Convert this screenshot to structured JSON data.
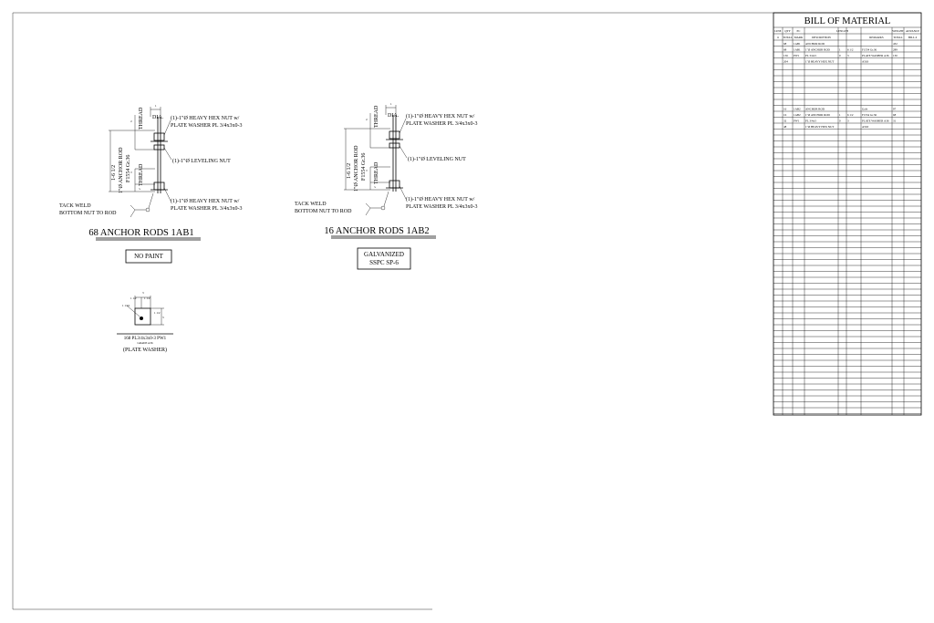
{
  "bom": {
    "title": "BILL OF MATERIAL",
    "headers1": [
      "LINE",
      "QTY",
      "PC",
      "",
      "LENGTH",
      "",
      "",
      "WEIGHT",
      "ADVANCE"
    ],
    "headers2": [
      "#",
      "TOTAL",
      "MARK",
      "DESCRIPTION",
      "",
      "",
      "REMARKS",
      "TOTAL",
      "BILL #"
    ],
    "rows": [
      [
        "",
        "68",
        "1AB1",
        "ANCHOR ROD",
        "",
        "",
        "",
        "432",
        ""
      ],
      [
        "",
        "68",
        "1AB1",
        "1\"Ø ANCHOR ROD",
        "1",
        "6 1/2",
        "F1554 Gr.36",
        "289",
        ""
      ],
      [
        "",
        "136",
        "PW1",
        "PL 3/4x3",
        "0",
        "3",
        "PLATE WASHER A36",
        "130",
        ""
      ],
      [
        "",
        "204",
        "",
        "1\"Ø HEAVY HEX NUT",
        "",
        "",
        "A563",
        "",
        ""
      ],
      [
        "",
        "16",
        "1AB2",
        "ANCHOR ROD",
        "",
        "",
        "Galv",
        "97",
        ""
      ],
      [
        "",
        "16",
        "1AB2",
        "1\"Ø ANCHOR ROD",
        "1",
        "6 1/2",
        "F1554 Gr.36",
        "68",
        ""
      ],
      [
        "",
        "32",
        "PW1",
        "PL 3/4x3",
        "0",
        "3",
        "PLATE WASHER A36",
        "31",
        ""
      ],
      [
        "",
        "48",
        "",
        "1\"Ø HEAVY HEX NUT",
        "",
        "",
        "A563",
        "",
        ""
      ]
    ]
  },
  "detail1": {
    "dia_dim": "1",
    "dia": "DIA.",
    "top_thread_dim": "6",
    "thread": "THREAD",
    "bottom_thread_dim": "3",
    "embed_dim": "2",
    "overall": "1-6 1/2",
    "rod": "1\"Ø ANCHOR ROD",
    "spec": "F1554 Gr.36",
    "top_nut_1": "(1)-1\"Ø HEAVY HEX NUT w/",
    "top_nut_2": "PLATE WASHER PL 3/4x3x0-3",
    "leveling": "(1)-1\"Ø LEVELING NUT",
    "bottom_nut_1": "(1)-1\"Ø HEAVY HEX NUT w/",
    "bottom_nut_2": "PLATE WASHER PL 3/4x3x0-3",
    "tack_1": "TACK WELD",
    "tack_2": "BOTTOM NUT TO ROD",
    "title": "68 ANCHOR RODS 1AB1",
    "finish": [
      "NO PAINT"
    ]
  },
  "detail2": {
    "dia_dim": "1",
    "dia": "DIA.",
    "top_thread_dim": "6",
    "thread": "THREAD",
    "bottom_thread_dim": "3",
    "embed_dim": "2",
    "overall": "1-6 1/2",
    "rod": "1\"Ø ANCHOR ROD",
    "spec": "F1554 Gr.36",
    "top_nut_1": "(1)-1\"Ø HEAVY HEX NUT w/",
    "top_nut_2": "PLATE WASHER PL 3/4x3x0-3",
    "leveling": "(1)-1\"Ø LEVELING NUT",
    "bottom_nut_1": "(1)-1\"Ø HEAVY HEX NUT w/",
    "bottom_nut_2": "PLATE WASHER PL 3/4x3x0-3",
    "tack_1": "TACK WELD",
    "tack_2": "BOTTOM NUT TO ROD",
    "title": "16 ANCHOR RODS 1AB2",
    "finish": [
      "GALVANIZED",
      "SSPC SP-6"
    ]
  },
  "washer": {
    "dim_top": "3",
    "dim_left": "1 1/2",
    "dim_right": "1 1/2",
    "hole": "1 1/16",
    "dim_side": "3",
    "dim_side2": "1 1/2",
    "label": "168 PL3/4x3x0-3 PW1",
    "grade": "GRADE A36",
    "name": "(PLATE WASHER)"
  }
}
